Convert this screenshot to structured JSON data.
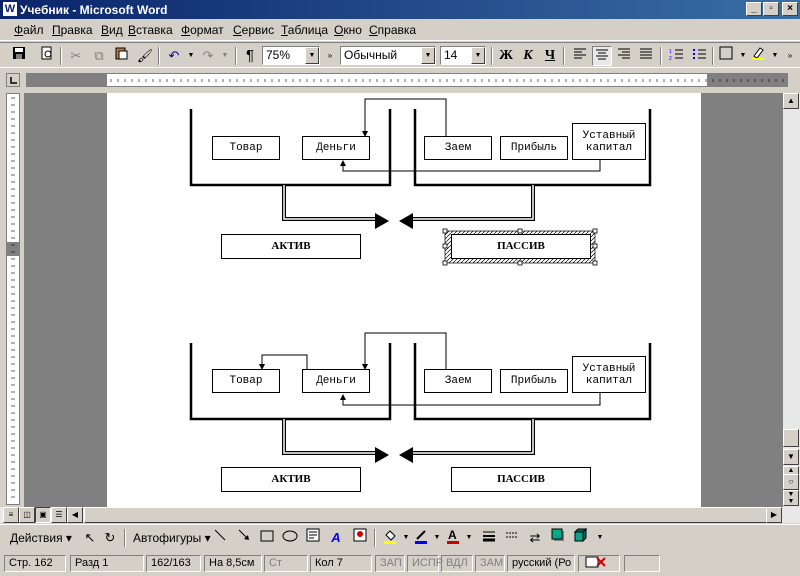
{
  "window": {
    "title": "Учебник - Microsoft Word",
    "icon_glyph": "W",
    "min_glyph": "_",
    "max_glyph": "▫",
    "close_glyph": "×"
  },
  "menu": [
    "Файл",
    "Правка",
    "Вид",
    "Вставка",
    "Формат",
    "Сервис",
    "Таблица",
    "Окно",
    "Справка"
  ],
  "toolbar": {
    "zoom": "75%",
    "style": "Обычный",
    "font_size": "14",
    "bold": "Ж",
    "italic": "К",
    "underline": "Ч",
    "pilcrow": "¶"
  },
  "diagram": {
    "assets_items": [
      "Товар",
      "Деньги"
    ],
    "liabilities_items": [
      "Заем",
      "Прибыль",
      "Уставный капитал"
    ],
    "assets_label": "АКТИВ",
    "liabilities_label": "ПАССИВ"
  },
  "drawbar": {
    "actions": "Действия",
    "autoshapes": "Автофигуры"
  },
  "status": {
    "page": "Стр. 162",
    "section": "Разд 1",
    "pages": "162/163",
    "at": "На 8,5см",
    "line": "Ст",
    "col": "Кол 7",
    "rec": "ЗАП",
    "trk": "ИСПР",
    "ext": "ВДЛ",
    "ovr": "ЗАМ",
    "lang": "русский (Ро"
  }
}
